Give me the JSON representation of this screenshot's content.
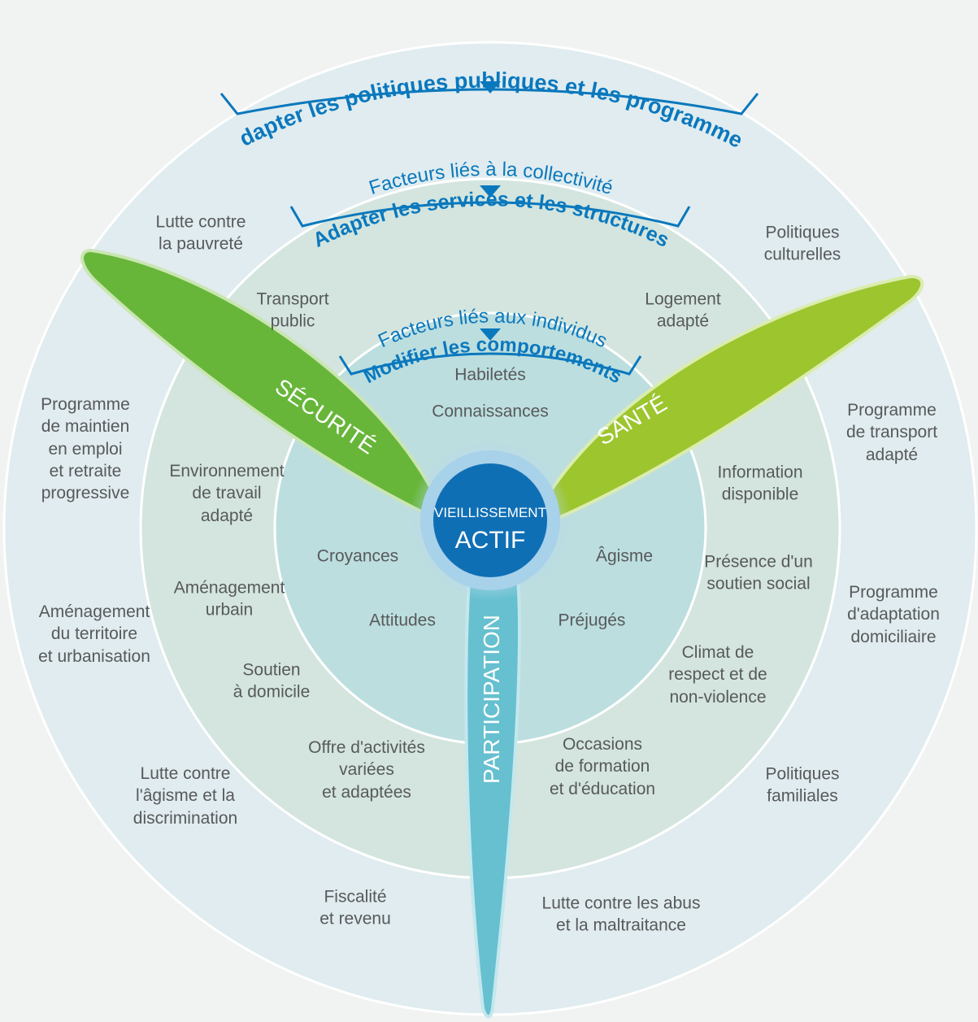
{
  "headers": {
    "outer": {
      "sub": "",
      "main": "Adapter les politiques publiques et les programmes"
    },
    "middle": {
      "sub": "Facteurs liés à la collectivité",
      "main": "Adapter les services et les structures"
    },
    "inner": {
      "sub": "Facteurs liés aux individus",
      "main": "Modifier les comportements"
    }
  },
  "center": {
    "line1": "VIEILLISSEMENT",
    "line2": "ACTIF"
  },
  "blades": {
    "left": "SÉCURITÉ",
    "right": "SANTÉ",
    "bottom": "PARTICIPATION"
  },
  "ring_outer": [
    [
      "Lutte contre",
      "la pauvreté"
    ],
    [
      "Politiques",
      "culturelles"
    ],
    [
      "Programme",
      "de maintien",
      "en emploi",
      "et retraite",
      "progressive"
    ],
    [
      "Programme",
      "de transport",
      "adapté"
    ],
    [
      "Aménagement",
      "du territoire",
      "et urbanisation"
    ],
    [
      "Programme",
      "d'adaptation",
      "domiciliaire"
    ],
    [
      "Lutte contre",
      "l'âgisme et la",
      "discrimination"
    ],
    [
      "Politiques",
      "familiales"
    ],
    [
      "Fiscalité",
      "et revenu"
    ],
    [
      "Lutte contre les abus",
      "et la maltraitance"
    ]
  ],
  "ring_middle": [
    [
      "Transport",
      "public"
    ],
    [
      "Logement",
      "adapté"
    ],
    [
      "Environnement",
      "de travail",
      "adapté"
    ],
    [
      "Information",
      "disponible"
    ],
    [
      "Aménagement",
      "urbain"
    ],
    [
      "Présence d'un",
      "soutien social"
    ],
    [
      "Soutien",
      "à domicile"
    ],
    [
      "Climat de",
      "respect et de",
      "non-violence"
    ],
    [
      "Offre d'activités",
      "variées",
      "et adaptées"
    ],
    [
      "Occasions",
      "de formation",
      "et d'éducation"
    ]
  ],
  "ring_inner": [
    [
      "Habiletés"
    ],
    [
      "Connaissances"
    ],
    [
      "Croyances"
    ],
    [
      "Âgisme"
    ],
    [
      "Attitudes"
    ],
    [
      "Préjugés"
    ]
  ],
  "colors": {
    "ring_outer": "#e0ecef",
    "ring_middle": "#d3e5de",
    "ring_inner": "#bcdedf",
    "text": "#58595b",
    "header": "#0a78bd",
    "center": "#0f6fb5",
    "blade_green": "#67b63a",
    "blade_lime": "#9cc52e",
    "blade_blue": "#66c0cf"
  }
}
